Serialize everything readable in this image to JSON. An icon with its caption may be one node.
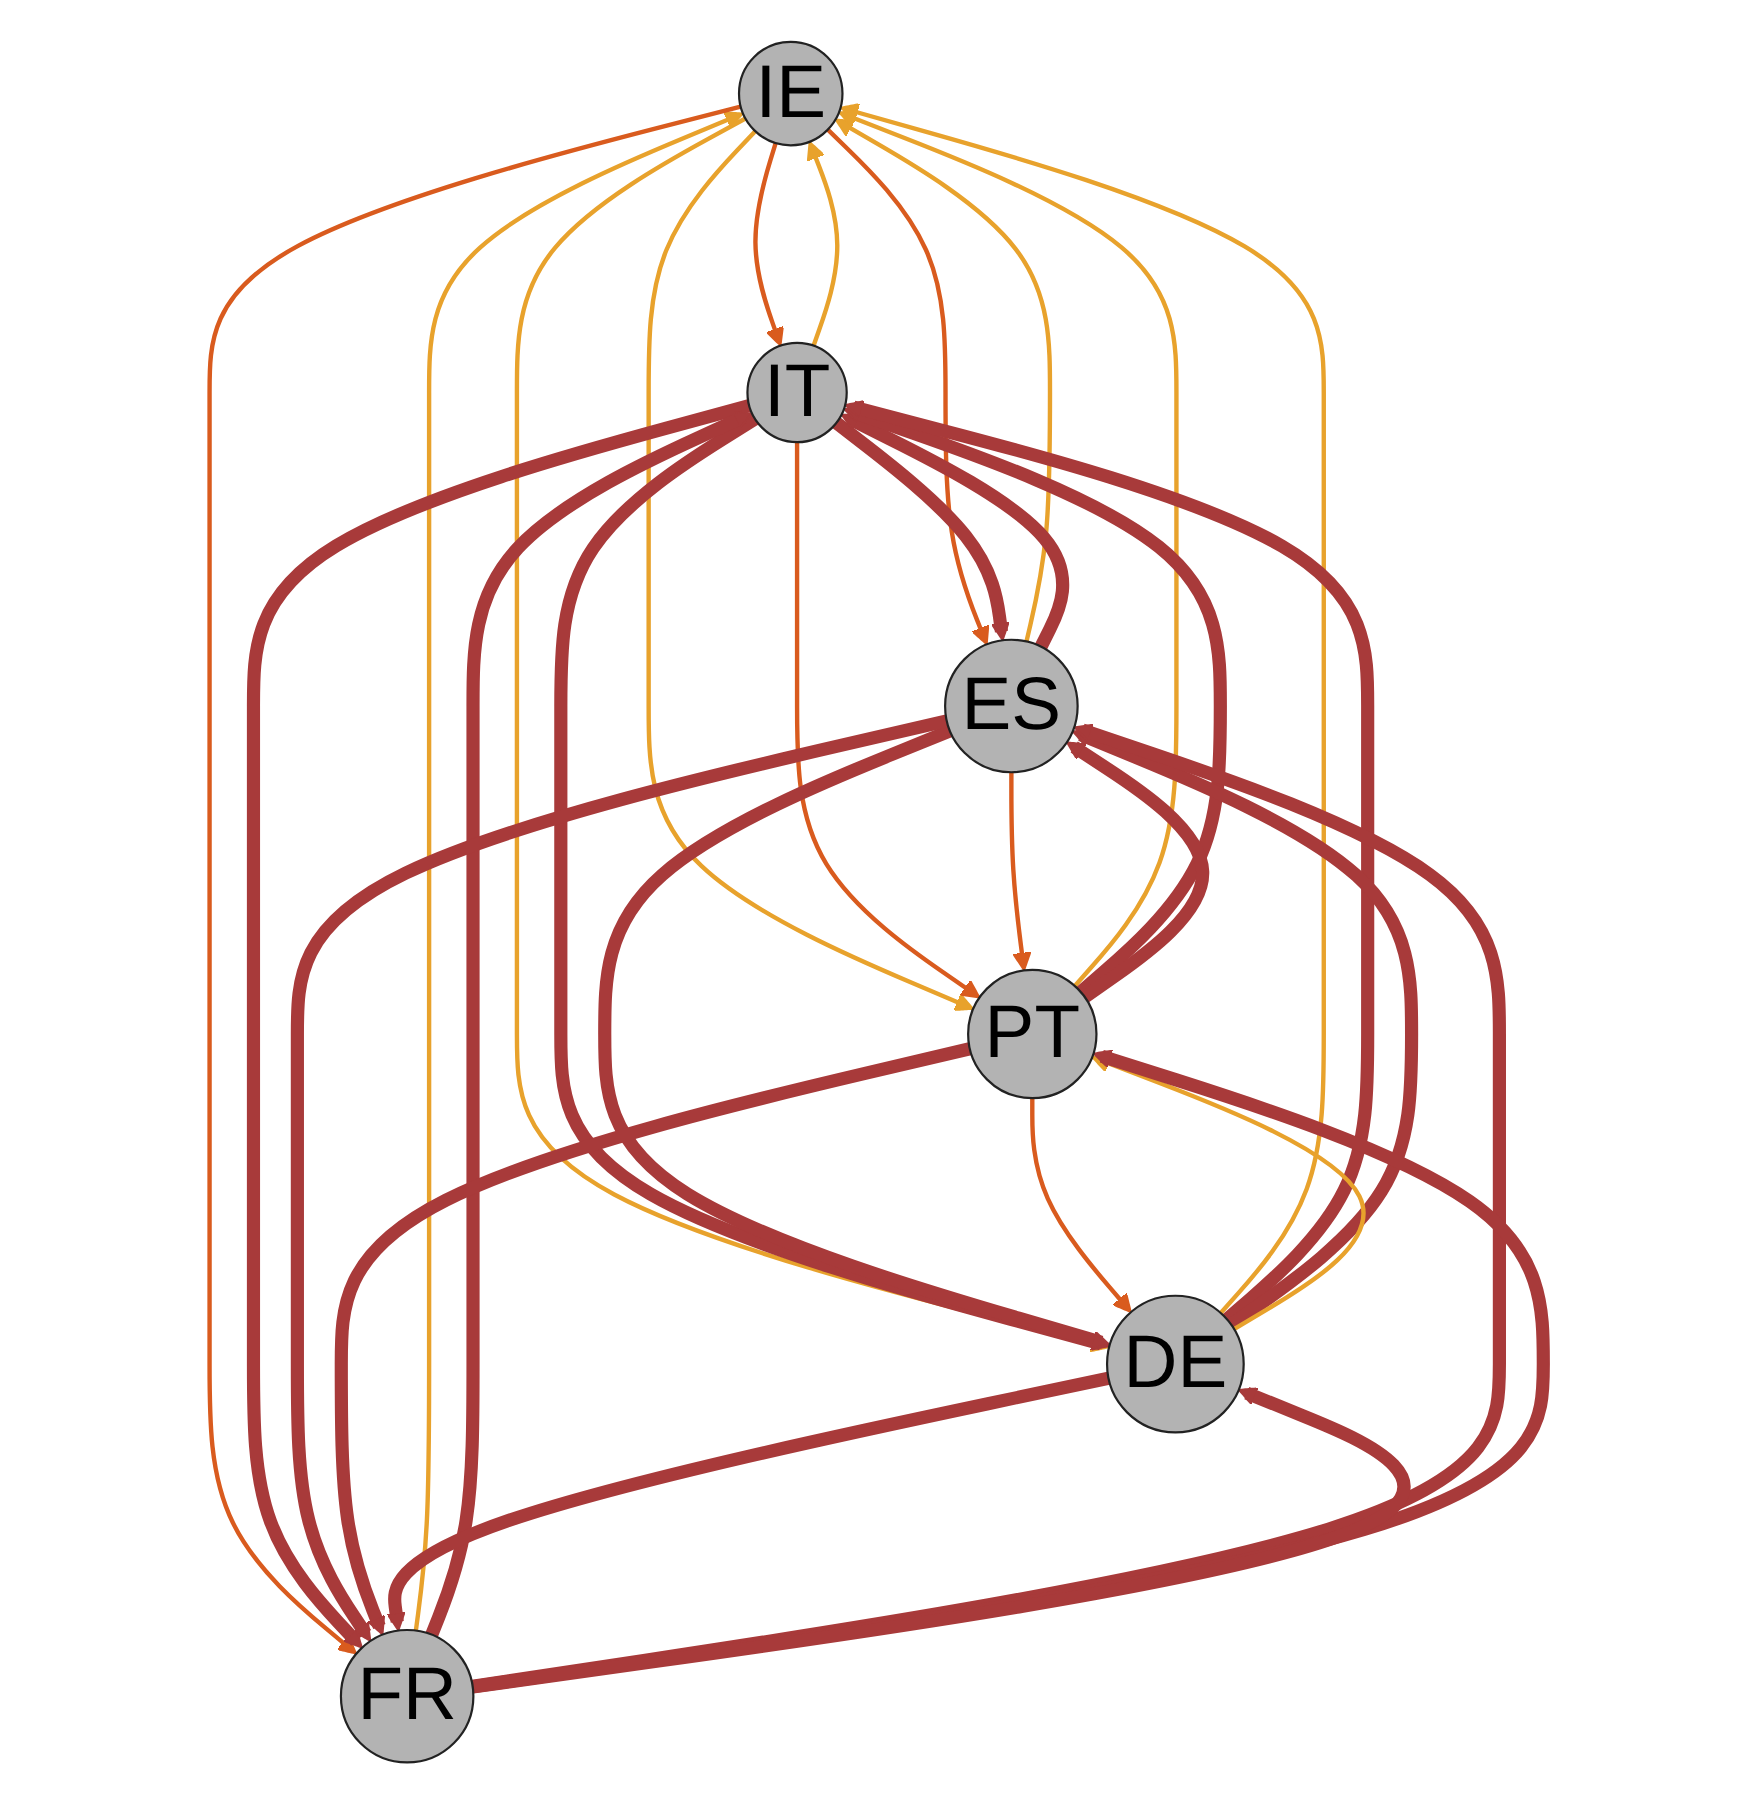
{
  "diagram": {
    "nodes": [
      {
        "text": [
          "IE"
        ]
      },
      {
        "text": [
          "IT"
        ]
      },
      {
        "text": [
          "ES"
        ]
      },
      {
        "text": [
          "PT"
        ]
      },
      {
        "text": [
          "DE"
        ]
      },
      {
        "text": [
          "FR"
        ]
      }
    ],
    "edges": [
      {
        "from": 0,
        "to": 1,
        "arrow": "to",
        "color": "#d95b1e"
      },
      {
        "from": 1,
        "to": 0,
        "arrow": "to",
        "color": "#e8a22c"
      },
      {
        "from": 2,
        "to": 0,
        "arrow": "to",
        "color": "#e8a22c"
      },
      {
        "from": 0,
        "to": 2,
        "arrow": "to",
        "color": "#d95b1e"
      },
      {
        "from": 4,
        "to": 0,
        "arrow": "to",
        "color": "#e8a22c"
      },
      {
        "from": 0,
        "to": 4,
        "arrow": "to",
        "color": "#e8a22c"
      },
      {
        "from": 5,
        "to": 0,
        "arrow": "to",
        "color": "#e8a22c"
      },
      {
        "from": 0,
        "to": 5,
        "arrow": "to",
        "color": "#d95b1e"
      },
      {
        "from": 3,
        "to": 0,
        "arrow": "to",
        "color": "#e8a22c"
      },
      {
        "from": 0,
        "to": 3,
        "arrow": "to",
        "color": "#e8a22c"
      },
      {
        "from": 1,
        "to": 2,
        "arrow": "to"
      },
      {
        "from": 2,
        "to": 1,
        "arrow": "to"
      },
      {
        "from": 1,
        "to": 3,
        "arrow": "to",
        "color": "#d95b1e"
      },
      {
        "from": 3,
        "to": 1,
        "arrow": "to"
      },
      {
        "from": 1,
        "to": 4,
        "arrow": "to"
      },
      {
        "from": 4,
        "to": 1,
        "arrow": "to"
      },
      {
        "from": 1,
        "to": 5,
        "arrow": "to"
      },
      {
        "from": 5,
        "to": 1,
        "arrow": "to"
      },
      {
        "from": 2,
        "to": 3,
        "arrow": "to",
        "color": "#d95b1e"
      },
      {
        "from": 3,
        "to": 2,
        "arrow": "to"
      },
      {
        "from": 2,
        "to": 4,
        "arrow": "to"
      },
      {
        "from": 4,
        "to": 2,
        "arrow": "to"
      },
      {
        "from": 2,
        "to": 5,
        "arrow": "to"
      },
      {
        "from": 5,
        "to": 2,
        "arrow": "to"
      },
      {
        "from": 3,
        "to": 4,
        "arrow": "to",
        "color": "#d95b1e"
      },
      {
        "from": 4,
        "to": 3,
        "arrow": "to",
        "color": "#e8a22c"
      },
      {
        "from": 3,
        "to": 5,
        "arrow": "to"
      },
      {
        "from": 5,
        "to": 3,
        "arrow": "to"
      },
      {
        "from": 4,
        "to": 5,
        "arrow": "to"
      },
      {
        "from": 5,
        "to": 4,
        "arrow": "to"
      }
    ]
  }
}
